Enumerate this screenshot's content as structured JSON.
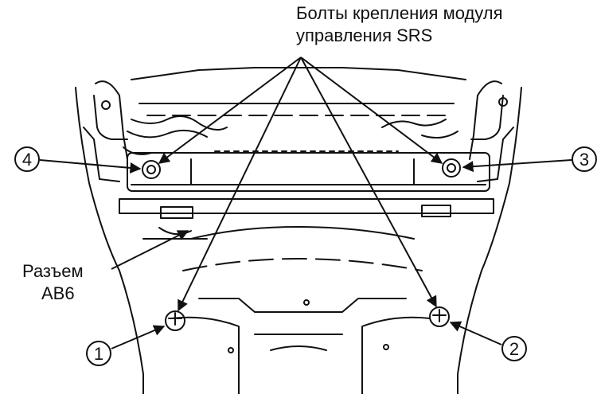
{
  "title": {
    "line1": "Болты крепления модуля",
    "line2": "управления SRS"
  },
  "connector": {
    "line1": "Разъем",
    "line2": "AB6"
  },
  "callouts": {
    "c1": "1",
    "c2": "2",
    "c3": "3",
    "c4": "4"
  }
}
